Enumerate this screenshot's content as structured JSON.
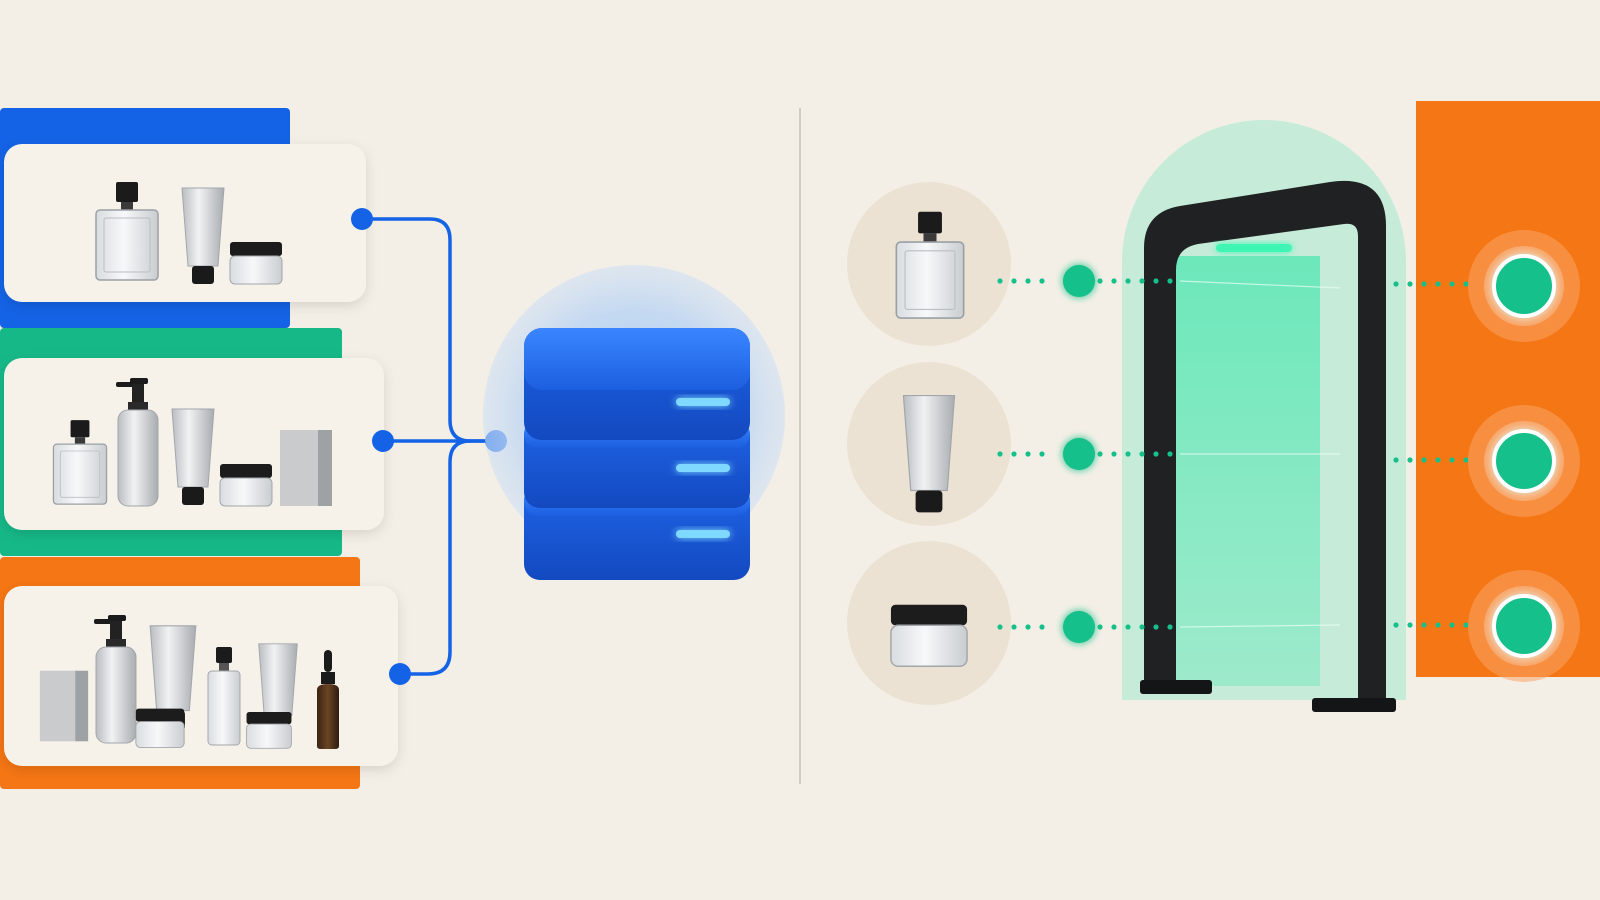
{
  "colors": {
    "background": "#f4efe6",
    "card": "#f6f2ea",
    "blue": "#1463e6",
    "green": "#16b888",
    "orange": "#f57614",
    "mint": "#1fe7a6",
    "gate": "#202224",
    "divider": "#c8c0b2"
  },
  "source_groups": [
    {
      "name": "group-1",
      "accent": "blue",
      "items": [
        "perfume-bottle",
        "squeeze-tube",
        "cream-jar"
      ]
    },
    {
      "name": "group-2",
      "accent": "green",
      "items": [
        "perfume-bottle",
        "pump-bottle",
        "squeeze-tube",
        "cream-jar",
        "gift-box"
      ]
    },
    {
      "name": "group-3",
      "accent": "orange",
      "items": [
        "gift-box",
        "pump-bottle",
        "squeeze-tube",
        "cream-jar",
        "small-bottle",
        "squeeze-tube",
        "cream-jar",
        "dropper-bottle"
      ]
    }
  ],
  "central_node": {
    "icon": "database-icon",
    "layers": 3
  },
  "scanned_items": [
    "perfume-bottle",
    "squeeze-tube",
    "cream-jar"
  ],
  "scanner": {
    "icon": "scanner-gate-icon"
  },
  "verified_outputs": 3
}
